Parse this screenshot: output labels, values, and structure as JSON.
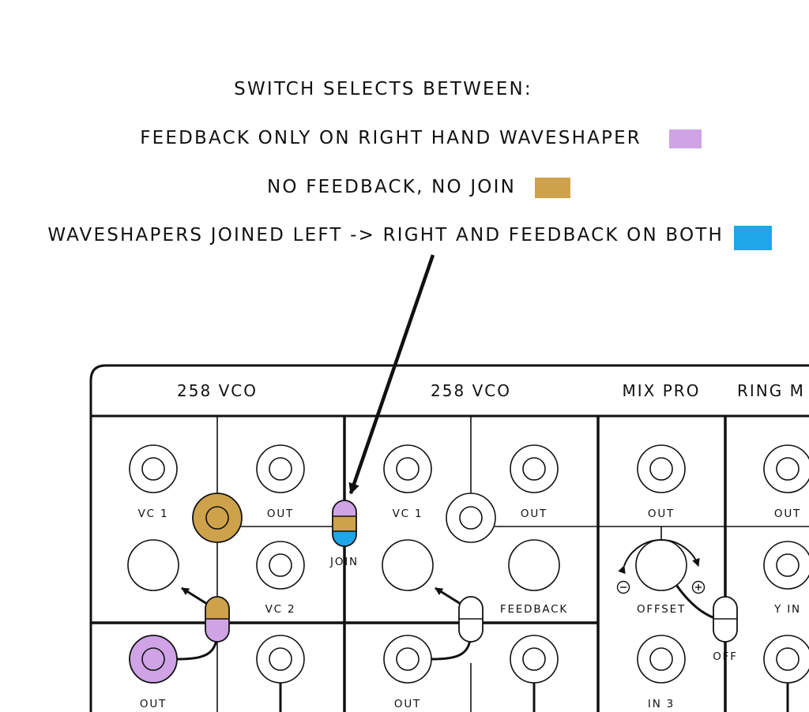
{
  "legend": {
    "title": "SWITCH SELECTS BETWEEN:",
    "items": [
      {
        "text": "FEEDBACK ONLY ON RIGHT HAND WAVESHAPER",
        "color": "#cfa3e6"
      },
      {
        "text": "NO FEEDBACK, NO JOIN",
        "color": "#cea24a"
      },
      {
        "text": "WAVESHAPERS JOINED LEFT -> RIGHT AND FEEDBACK ON BOTH",
        "color": "#1ea6e8"
      }
    ]
  },
  "modules": [
    "258 VCO",
    "258 VCO",
    "MIX PRO",
    "RING M"
  ],
  "labels": {
    "vco1_vc1": "VC 1",
    "vco1_out": "OUT",
    "vco1_vc2": "VC 2",
    "join": "JOIN",
    "vco2_vc1": "VC 1",
    "vco2_out": "OUT",
    "feedback": "FEEDBACK",
    "mix_out": "OUT",
    "offset": "OFFSET",
    "off": "OFF",
    "ring_out": "OUT",
    "y_in": "Y IN",
    "vco1_bottom_out": "OUT",
    "vco2_bottom_out": "OUT",
    "in3": "IN 3"
  },
  "colors": {
    "line": "#111111",
    "purple": "#cfa3e6",
    "gold": "#cea24a",
    "blue": "#1ea6e8"
  }
}
